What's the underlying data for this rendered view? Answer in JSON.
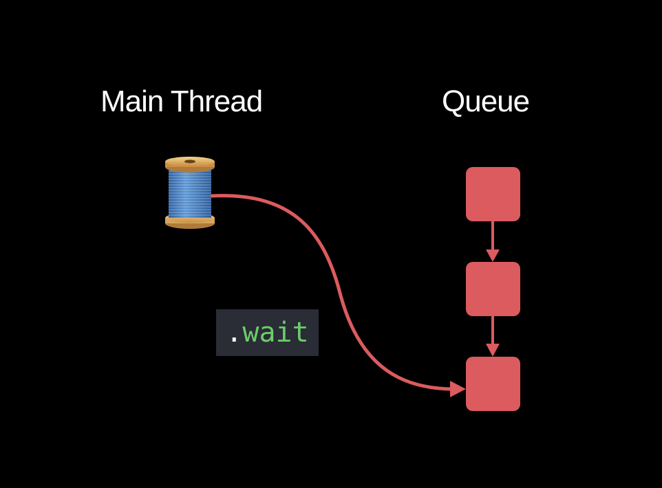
{
  "labels": {
    "left_title": "Main Thread",
    "right_title": "Queue"
  },
  "code": {
    "dot": ".",
    "method": "wait"
  },
  "icons": {
    "thread": "spool-of-thread-icon"
  },
  "queue": {
    "item_count": 3
  },
  "colors": {
    "background": "#000000",
    "accent": "#db5b5e",
    "code_bg": "#2a2c36",
    "code_text": "#6bcd69",
    "title_text": "#ffffff"
  }
}
